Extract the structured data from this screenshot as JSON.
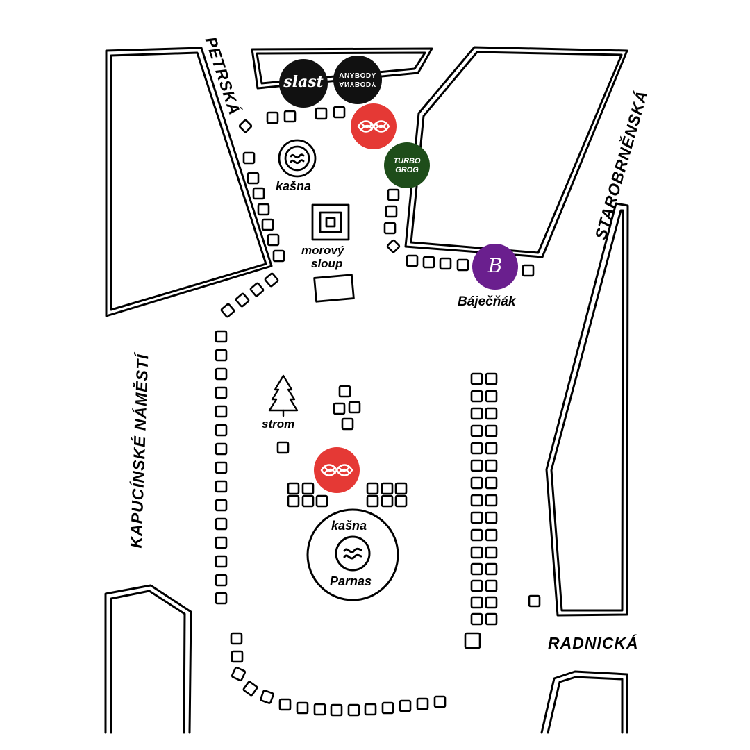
{
  "streets": {
    "petrska": "PETRSKÁ",
    "starobrnenska": "STAROBRNĚNSKÁ",
    "kapucinske": "KAPUCÍNSKÉ NÁMĚSTÍ",
    "radnicka": "RADNICKÁ"
  },
  "landmarks": {
    "kasna_top": "kašna",
    "morovy_line1": "morový",
    "morovy_line2": "sloup",
    "strom": "strom",
    "kasna_bottom": "kašna",
    "parnas": "Parnas"
  },
  "vendors": {
    "slast": "slast",
    "anybody": "ANYBODY",
    "turbo_line1": "TURBO",
    "turbo_line2": "GROG",
    "bajecnak_letter": "B",
    "bajecnak_name": "Báječňák"
  },
  "colors": {
    "red_badge": "#e53935",
    "turbo_badge": "#1e4d1a",
    "bajecnak_badge": "#6a1f8e",
    "black_badge": "#111111"
  }
}
